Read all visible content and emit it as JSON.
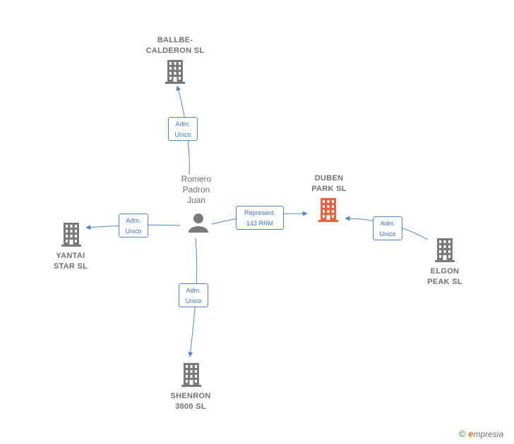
{
  "colors": {
    "edge": "#4a86cf",
    "company": "#7a7a7a",
    "focus_company": "#f0603a",
    "person": "#7a7a7a"
  },
  "center_person": {
    "name_lines": [
      "Romero",
      "Padron",
      "Juan"
    ],
    "icon": "person-icon"
  },
  "companies": {
    "ballbe": {
      "lines": [
        "BALLBE-",
        "CALDERON  SL"
      ],
      "icon": "building-icon"
    },
    "duben": {
      "lines": [
        "DUBEN",
        "PARK  SL"
      ],
      "icon": "building-icon"
    },
    "yantai": {
      "lines": [
        "YANTAI",
        "STAR SL"
      ],
      "icon": "building-icon"
    },
    "elgon": {
      "lines": [
        "ELGON",
        "PEAK  SL"
      ],
      "icon": "building-icon"
    },
    "shenron": {
      "lines": [
        "SHENRON",
        "3000  SL"
      ],
      "icon": "building-icon"
    }
  },
  "edges": {
    "to_ballbe": [
      "Adm.",
      "Unico"
    ],
    "to_duben": [
      "Represent.",
      "143 RRM"
    ],
    "to_yantai": [
      "Adm.",
      "Unico"
    ],
    "elgon_to_duben": [
      "Adm.",
      "Unico"
    ],
    "to_shenron": [
      "Adm.",
      "Unico"
    ]
  },
  "footer": {
    "copyright": "©",
    "brand_initial": "e",
    "brand_rest": "mpresia"
  }
}
